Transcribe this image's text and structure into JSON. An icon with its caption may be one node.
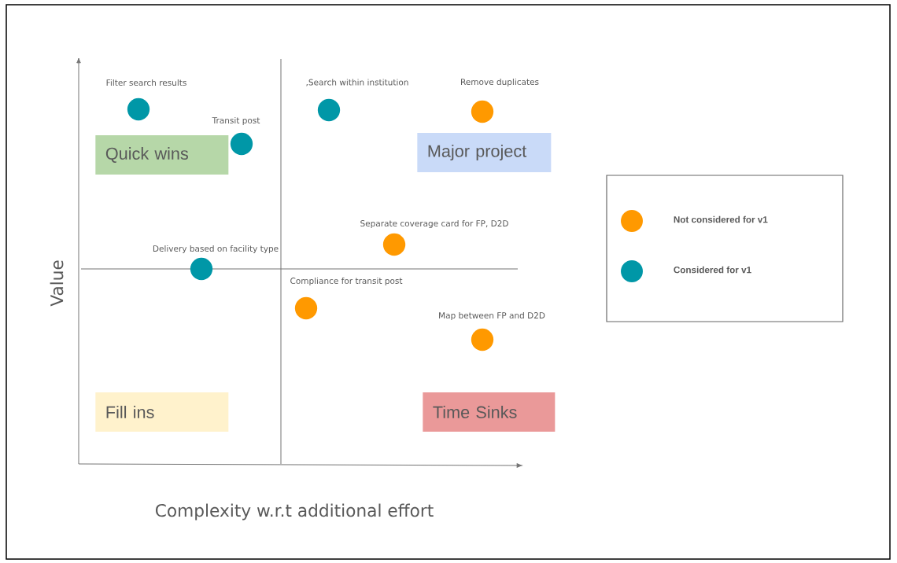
{
  "diagram": {
    "nodes": [
      {
        "text": [
          "Quick wins"
        ]
      },
      {
        "text": [
          "Major project"
        ]
      },
      {
        "text": [
          "Fill ins"
        ]
      },
      {
        "text": [
          "Time Sinks"
        ]
      },
      {
        "text": [],
        "shape": "circle",
        "beside": [
          "Filter search results"
        ]
      },
      {
        "text": [],
        "shape": "circle",
        "beside": [
          ",Search within institution"
        ]
      },
      {
        "text": [],
        "shape": "circle",
        "beside": [
          "Remove duplicates"
        ]
      },
      {
        "text": [],
        "shape": "circle",
        "beside": [
          "Transit post"
        ]
      },
      {
        "text": [],
        "shape": "circle",
        "beside": [
          "Separate coverage card for FP, D2D"
        ]
      },
      {
        "text": [],
        "shape": "circle",
        "beside": [
          "Delivery based on facility type"
        ]
      },
      {
        "text": [],
        "shape": "circle",
        "beside": [
          "Compliance for transit post"
        ]
      },
      {
        "text": [],
        "shape": "circle",
        "beside": [
          "Map between FP and D2D"
        ]
      }
    ],
    "labels": [
      "Value",
      "Complexity w.r.t additional effort"
    ],
    "legend": [
      {
        "text": "Not considered for v1",
        "color": "#ff9900"
      },
      {
        "text": "Considered for v1",
        "color": "#0097a7"
      }
    ]
  }
}
